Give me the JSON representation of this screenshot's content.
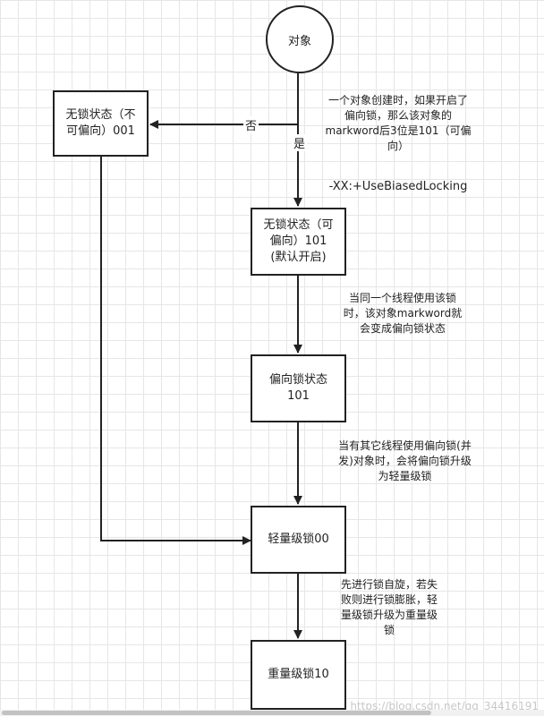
{
  "nodes": {
    "start": "对象",
    "no_lock_unbiasable": "无锁状态（不\n可偏向）001",
    "no_lock_biasable": "无锁状态（可\n偏向）101\n(默认开启)",
    "biased": "偏向锁状态\n101",
    "lightweight": "轻量级锁00",
    "heavyweight": "重量级锁10"
  },
  "edge_labels": {
    "no": "否",
    "yes": "是"
  },
  "notes": {
    "creation": "一个对象创建时，如果开启了\n偏向锁，那么该对象的\nmarkword后3位是101（可偏\n向）",
    "jvm_flag": "-XX:+UseBiasedLocking",
    "to_biased": "当同一个线程使用该锁\n时，该对象markword就\n会变成偏向锁状态",
    "to_lightweight": "当有其它线程使用偏向锁(并\n发)对象时，会将偏向锁升级\n为轻量级锁",
    "to_heavyweight": "先进行锁自旋，若失\n败则进行锁膨胀，轻\n量级锁升级为重量级\n锁"
  },
  "watermark": "https://blog.csdn.net/qq_34416191",
  "colors": {
    "grid": "#e6e6e6",
    "stroke": "#222222",
    "watermark": "#c8c8c8"
  }
}
